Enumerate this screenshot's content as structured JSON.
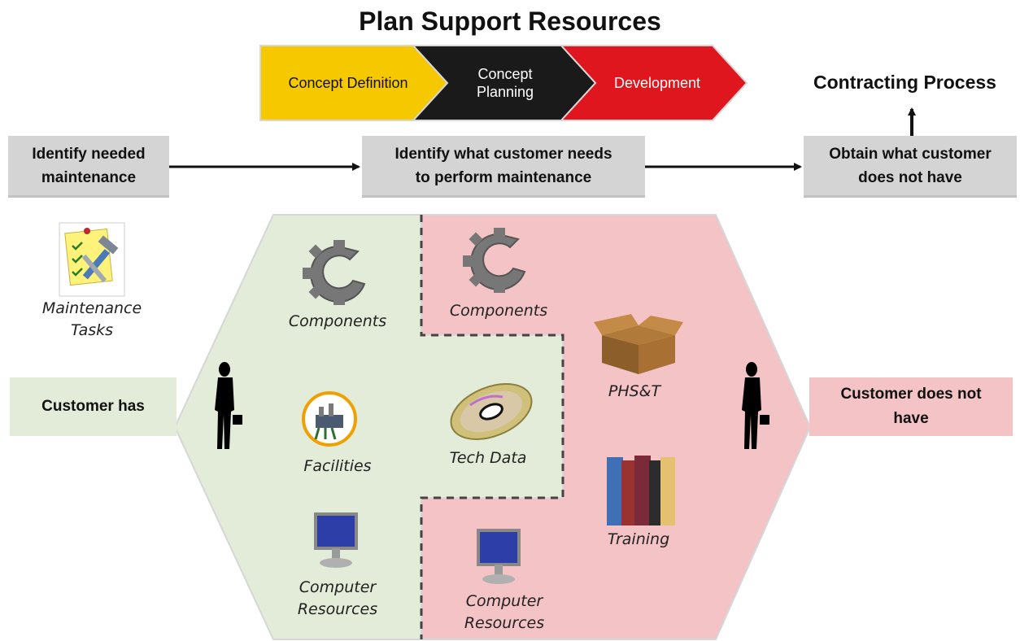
{
  "title": "Plan Support Resources",
  "phases": [
    {
      "label": "Concept Definition",
      "color": "#f5c800",
      "text_color": "#111111"
    },
    {
      "label": "Concept\nPlanning",
      "color": "#1a1a1a",
      "text_color": "#ffffff"
    },
    {
      "label": "Development",
      "color": "#e0161f",
      "text_color": "#ffffff"
    }
  ],
  "contracting_label": "Contracting Process",
  "steps": [
    {
      "label": "Identify needed\nmaintenance"
    },
    {
      "label": "Identify what customer needs\nto perform maintenance"
    },
    {
      "label": "Obtain what customer\ndoes not have"
    }
  ],
  "maintenance_label": "Maintenance\nTasks",
  "customer_has_label": "Customer has",
  "customer_not_have_label": "Customer does not\nhave",
  "has_items": {
    "components": "Components",
    "facilities": "Facilities",
    "tech_data": "Tech Data",
    "computer_resources": "Computer\nResources"
  },
  "not_have_items": {
    "components": "Components",
    "phst": "PHS&T",
    "training": "Training",
    "computer_resources": "Computer\nResources"
  },
  "colors": {
    "has_fill": "#e2ecd9",
    "not_have_fill": "#f3c3c6",
    "step_box": "#d4d4d4"
  }
}
